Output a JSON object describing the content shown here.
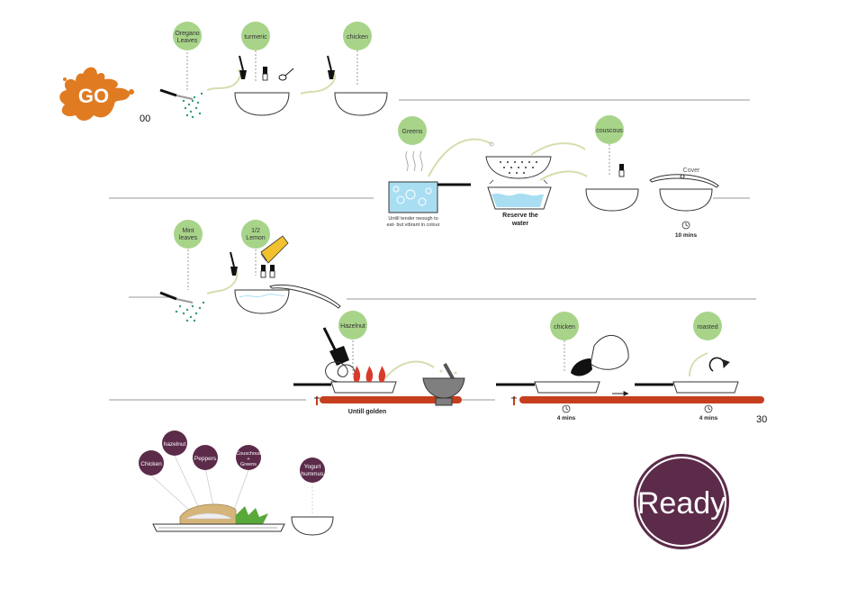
{
  "start": {
    "go_label": "GO",
    "time_start": "00"
  },
  "end": {
    "time_end": "30",
    "ready_label": "Ready"
  },
  "ingredients": {
    "oregano_1": "Oregano",
    "oregano_2": "Leaves",
    "turmeric": "turmeric",
    "chicken": "chicken",
    "greens": "Greens",
    "couscous": "couscous",
    "mint_1": "Mint",
    "mint_2": "leaves",
    "lemon_1": "1/2",
    "lemon_2": "Lemon",
    "hazelnut": "Hazelnut",
    "chicken_2": "chicken",
    "roasted": "roasted"
  },
  "steps": {
    "boil_note_1": "Untill tender neough to",
    "boil_note_2": "eat- but vibrant in colour",
    "reserve_1": "Reserve the",
    "reserve_2": "water",
    "cover": "Cover",
    "cover_time": "10 mins",
    "golden": "Untill golden",
    "chicken_time": "4 mins",
    "roast_time": "4 mins"
  },
  "plate_labels": {
    "chicken": "Chicken",
    "hazelnut": "hazelnut",
    "peppers": "Peppers",
    "couscous_1": "Couschous",
    "couscous_2": "+",
    "couscous_3": "Greens",
    "yogurt_1": "Yogurt",
    "yogurt_2": "hummus"
  },
  "colors": {
    "go_splash": "#e07b22",
    "ingredient_bubble": "#a8d48a",
    "plate_bubble": "#5c2b4a",
    "ready_circle": "#5c2b4a",
    "stove_bar": "#c53f1e",
    "flame": "#d93b2a",
    "water": "#a9def2",
    "swirl": "#d9dcae",
    "herb": "#2f9b73",
    "line": "#999999"
  }
}
